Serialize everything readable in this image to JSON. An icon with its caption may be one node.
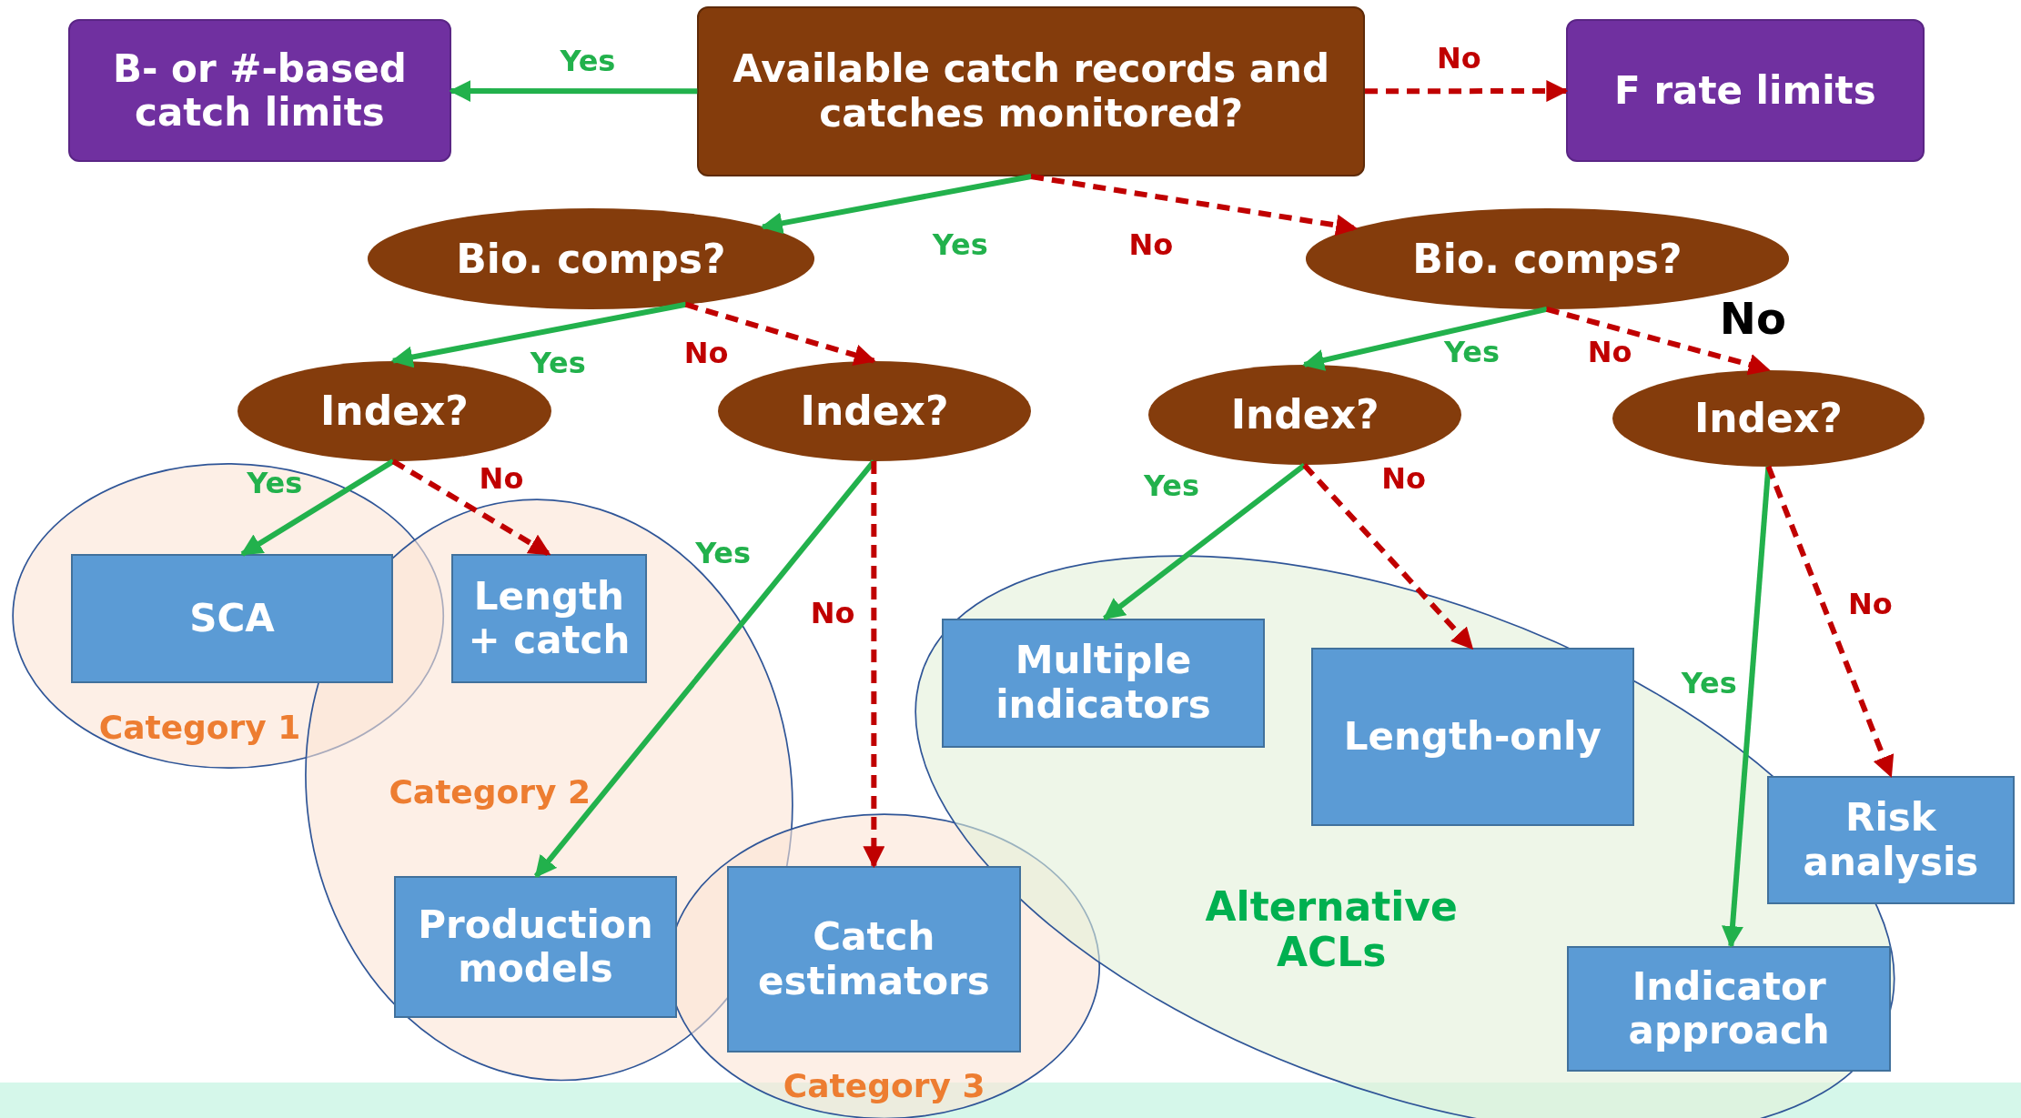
{
  "diagram": {
    "nodes": [
      {
        "text": [
          "B- or #-based catch limits"
        ]
      },
      {
        "text": [
          "Available catch records and catches monitored?"
        ]
      },
      {
        "text": [
          "F rate limits"
        ]
      },
      {
        "text": [
          "Bio. comps?"
        ]
      },
      {
        "text": [
          "Bio. comps?"
        ]
      },
      {
        "text": [
          "Index?"
        ]
      },
      {
        "text": [
          "Index?"
        ]
      },
      {
        "text": [
          "Index?"
        ]
      },
      {
        "text": [
          "Index?"
        ]
      },
      {
        "text": [
          "SCA"
        ]
      },
      {
        "text": [
          "Length + catch"
        ]
      },
      {
        "text": [
          "Production models"
        ]
      },
      {
        "text": [
          "Catch estimators"
        ]
      },
      {
        "text": [
          "Multiple indicators"
        ]
      },
      {
        "text": [
          "Length-only"
        ]
      },
      {
        "text": [
          "Risk analysis"
        ]
      },
      {
        "text": [
          "Indicator approach"
        ]
      }
    ],
    "edges": [
      {
        "from": 1,
        "to": 0,
        "arrow": "to",
        "label": "Yes"
      },
      {
        "from": 1,
        "to": 2,
        "arrow": "to",
        "label": "No",
        "style": "dashed",
        "color": "#c00000"
      },
      {
        "from": 1,
        "to": 3,
        "arrow": "to",
        "label": "Yes"
      },
      {
        "from": 1,
        "to": 4,
        "arrow": "to",
        "label": "No",
        "style": "dashed",
        "color": "#c00000"
      },
      {
        "from": 3,
        "to": 5,
        "arrow": "to",
        "label": "Yes"
      },
      {
        "from": 3,
        "to": 6,
        "arrow": "to",
        "label": "No",
        "style": "dashed",
        "color": "#c00000"
      },
      {
        "from": 4,
        "to": 7,
        "arrow": "to",
        "label": "Yes"
      },
      {
        "from": 4,
        "to": 8,
        "arrow": "to",
        "label": "No",
        "style": "dashed",
        "color": "#c00000"
      },
      {
        "from": 5,
        "to": 9,
        "arrow": "to",
        "label": "Yes"
      },
      {
        "from": 5,
        "to": 10,
        "arrow": "to",
        "label": "No",
        "style": "dashed",
        "color": "#c00000"
      },
      {
        "from": 6,
        "to": 11,
        "arrow": "to",
        "label": "Yes"
      },
      {
        "from": 6,
        "to": 12,
        "arrow": "to",
        "label": "No",
        "style": "dashed",
        "color": "#c00000"
      },
      {
        "from": 7,
        "to": 13,
        "arrow": "to",
        "label": "Yes"
      },
      {
        "from": 7,
        "to": 14,
        "arrow": "to",
        "label": "No",
        "style": "dashed",
        "color": "#c00000"
      },
      {
        "from": 8,
        "to": 16,
        "arrow": "to",
        "label": "Yes"
      },
      {
        "from": 8,
        "to": 15,
        "arrow": "to",
        "label": "No",
        "style": "dashed",
        "color": "#c00000"
      }
    ],
    "labels": [
      "No",
      "Category 1",
      "Category 2",
      "Category 3",
      "Alternative ACLs"
    ]
  }
}
